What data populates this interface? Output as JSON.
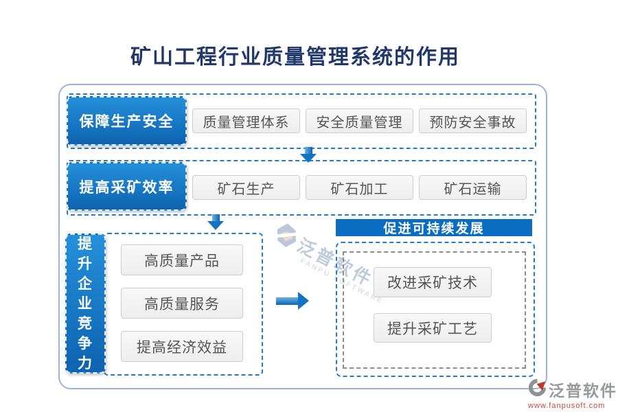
{
  "title": "矿山工程行业质量管理系统的作用",
  "sections": {
    "row1": {
      "label": "保障生产安全",
      "items": [
        "质量管理体系",
        "安全质量管理",
        "预防安全事故"
      ]
    },
    "row2": {
      "label": "提高采矿效率",
      "items": [
        "矿石生产",
        "矿石加工",
        "矿石运输"
      ]
    },
    "left": {
      "label": "提升企业竞争力",
      "items": [
        "高质量产品",
        "高质量服务",
        "提高经济效益"
      ]
    },
    "right": {
      "banner": "促进可持续发展",
      "items": [
        "改进采矿技术",
        "提升采矿工艺"
      ]
    }
  },
  "watermark": {
    "text": "泛普软件",
    "subtext": "FANPU SOFTWARE"
  },
  "footer": {
    "brand": "泛普软件",
    "website": "www.fanpusoft.com"
  },
  "colors": {
    "accent_blue": "#1173c4",
    "dashed_blue": "#1f7ccd",
    "banner_blue": "#0a6dc2",
    "label_gradient_top": "#2590da",
    "label_gradient_bottom": "#0d63b0",
    "outer_border": "#9db1dd",
    "item_border": "#cccccc",
    "item_text": "#555555",
    "title_text": "#21386b",
    "gray_dash": "#8c8c8c",
    "footer_url_red": "#c5483a"
  }
}
